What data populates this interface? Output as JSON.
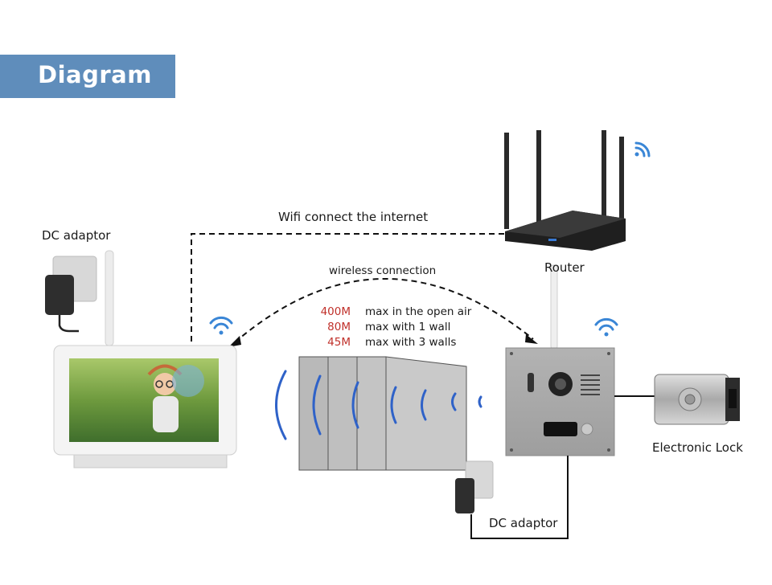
{
  "header": {
    "title": "Diagram"
  },
  "labels": {
    "dc_adaptor_left": "DC adaptor",
    "wifi_internet": "Wifi connect the internet",
    "router": "Router",
    "wireless_connection": "wireless connection",
    "electronic_lock": "Electronic Lock",
    "dc_adaptor_bottom": "DC adaptor"
  },
  "ranges": [
    {
      "distance": "400M",
      "condition": "max in the open air"
    },
    {
      "distance": "80M",
      "condition": "max with 1 wall"
    },
    {
      "distance": "45M",
      "condition": "max with 3 walls"
    }
  ],
  "colors": {
    "banner": "#5f8dbb",
    "wave": "#2f62c8",
    "range_red": "#c0302a",
    "line": "#111111"
  },
  "icons": [
    "wifi-icon",
    "power-adaptor-icon",
    "router-icon",
    "monitor-icon",
    "doorbell-icon",
    "lock-icon",
    "wall-icon"
  ]
}
